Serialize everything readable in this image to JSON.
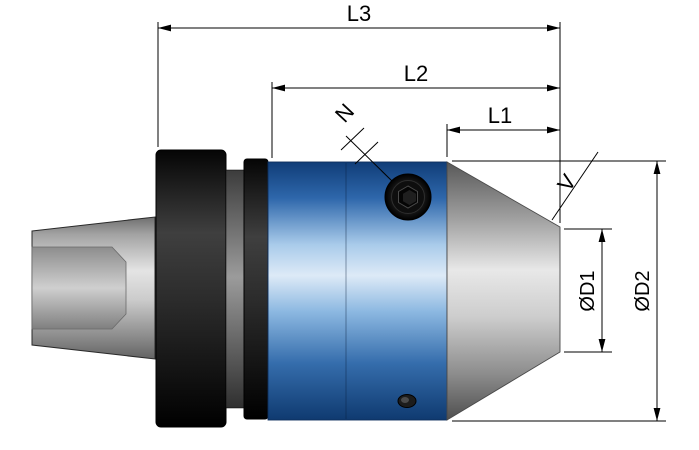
{
  "drawing": {
    "dimension_labels": {
      "l3": "L3",
      "l2": "L2",
      "l1": "L1",
      "d1": "ØD1",
      "d2": "ØD2"
    },
    "annotation_labels": {
      "n": "N",
      "v": "V"
    },
    "colors": {
      "background": "#ffffff",
      "body_accent_blue": "#2e67ab",
      "flange_black": "#101010",
      "steel_gray": "#b8b8b8",
      "dimension_line": "#000000"
    }
  }
}
